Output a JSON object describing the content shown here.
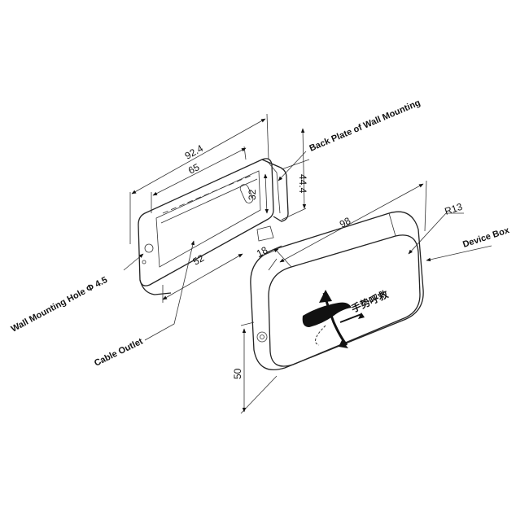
{
  "labels": {
    "back_plate": "Back Plate of Wall Mounting",
    "device_box": "Device Box",
    "wall_hole": "Wall Mounting Hole Φ 4.5",
    "cable_outlet": "Cable Outlet",
    "logo_text": "手势呼救"
  },
  "dimensions": {
    "plate_length": "92.4",
    "plate_inner_length": "65",
    "plate_height": "44.4",
    "plate_slot": "32",
    "plate_width": "52",
    "box_length": "98",
    "box_radius": "R13",
    "box_depth": "18",
    "box_height": "50"
  },
  "colors": {
    "line": "#222222",
    "background": "#ffffff"
  },
  "icons": [
    "hand-gesture-logo"
  ]
}
